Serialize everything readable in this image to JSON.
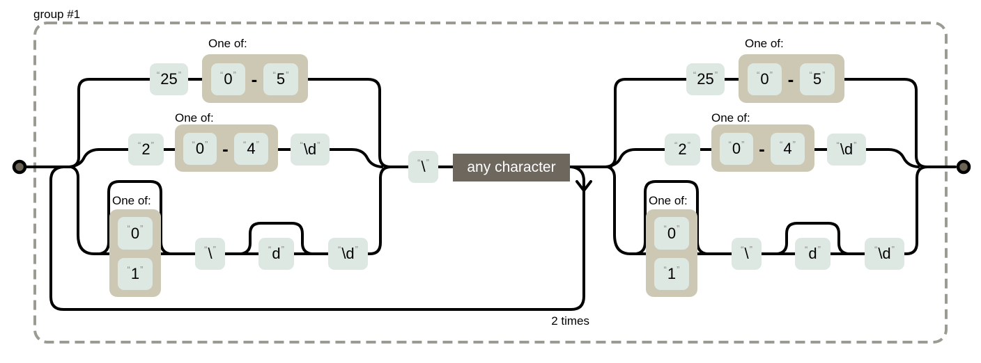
{
  "diagram": {
    "group_label": "group #1",
    "repeat_label": "2 times",
    "one_of_label": "One of:",
    "any_character_label": "any character",
    "range_separator": "-",
    "quote_open": "“",
    "quote_close": "”",
    "literals": {
      "n25": "25",
      "n0": "0",
      "n1": "1",
      "n2": "2",
      "n4": "4",
      "n5": "5",
      "d": "d",
      "backslash": "\\",
      "dclass": "\\d"
    },
    "colors": {
      "literal_box": "#dde8e3",
      "one_of_box": "#cdc8b4",
      "any_character_box": "#6e675d",
      "rail": "#000000",
      "group_border": "#9b9b93",
      "endpoint_fill": "#6b6455",
      "quote_mark": "#8e8e88"
    }
  }
}
